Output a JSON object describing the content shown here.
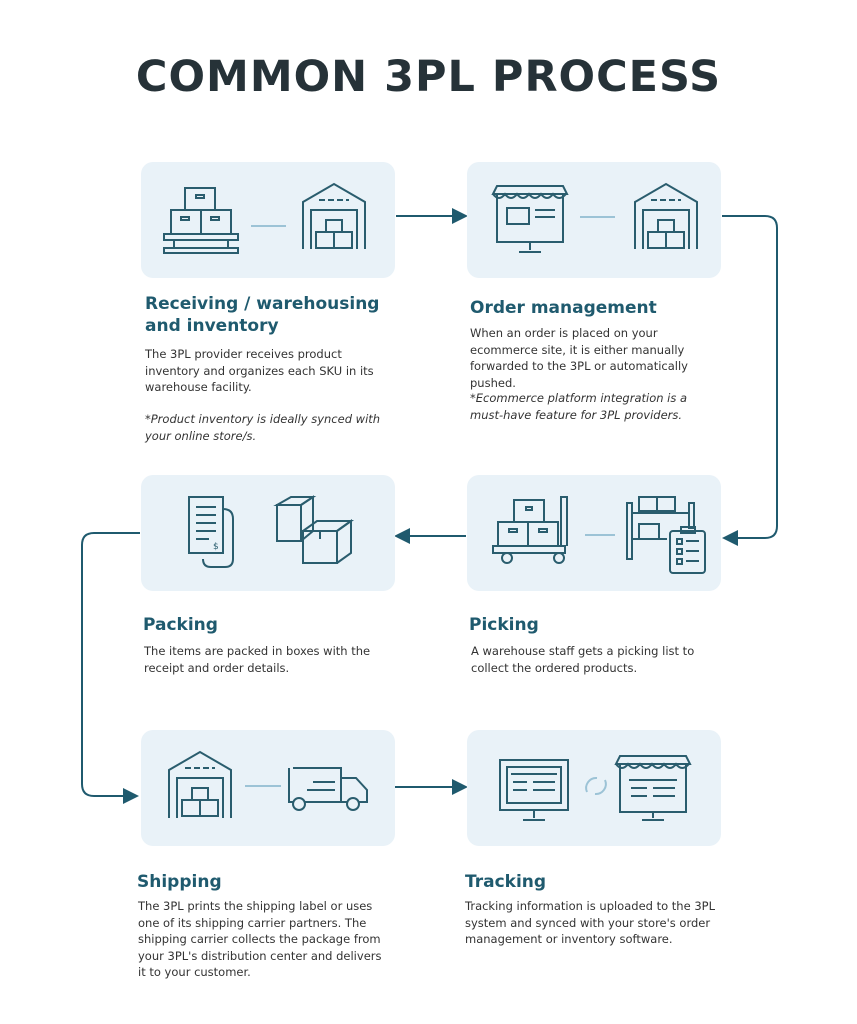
{
  "title": "COMMON 3PL PROCESS",
  "colors": {
    "accent": "#1f5a6e",
    "card_bg": "#e9f2f8",
    "title": "#263238"
  },
  "steps": [
    {
      "id": "receiving",
      "title_line1": "Receiving / warehousing",
      "title_line2": "and inventory",
      "description": "The 3PL provider receives product inventory and organizes each SKU in its warehouse facility.",
      "note": "*Product inventory is ideally synced with your online store/s.",
      "icons": [
        "pallet-boxes-icon",
        "warehouse-icon"
      ]
    },
    {
      "id": "order-management",
      "title": "Order management",
      "description": "When an order is placed on your ecommerce site, it is either manually forwarded to the 3PL or automatically pushed.",
      "note": "*Ecommerce platform integration is a must-have feature for 3PL providers.",
      "icons": [
        "storefront-monitor-icon",
        "warehouse-icon"
      ]
    },
    {
      "id": "picking",
      "title": "Picking",
      "description": "A warehouse staff gets a picking list to collect the ordered products.",
      "icons": [
        "shelf-clipboard-icon",
        "cart-boxes-icon"
      ]
    },
    {
      "id": "packing",
      "title": "Packing",
      "description": "The items are packed in boxes with the receipt and order details.",
      "icons": [
        "receipt-icon",
        "boxes-icon"
      ]
    },
    {
      "id": "shipping",
      "title": "Shipping",
      "description": "The 3PL prints the shipping label or uses one of its shipping carrier partners. The shipping carrier collects the package from your 3PL's distribution center and delivers it to your customer.",
      "icons": [
        "warehouse-icon",
        "truck-icon"
      ]
    },
    {
      "id": "tracking",
      "title": "Tracking",
      "description": "Tracking information is uploaded to the 3PL system and synced with your store's order management or inventory software.",
      "icons": [
        "monitor-icon",
        "sync-icon",
        "storefront-monitor-icon"
      ]
    }
  ]
}
